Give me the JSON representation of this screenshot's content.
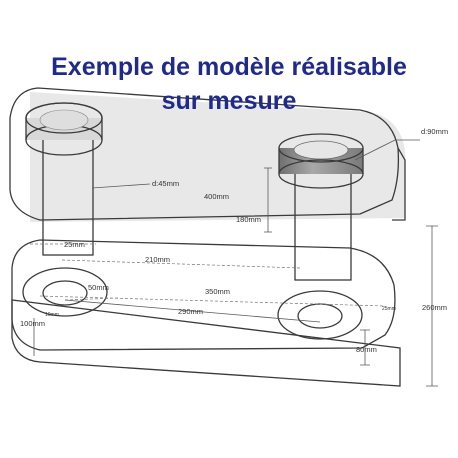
{
  "header": {
    "line1": "Exemple de modèle réalisable",
    "line2": "sur mesure"
  },
  "dimensions": {
    "d90": "d:90mm",
    "d45": "d:45mm",
    "h400": "400mm",
    "h180": "180mm",
    "w25": "25mm",
    "w210": "210mm",
    "d50": "50mm",
    "w350": "350mm",
    "w290": "290mm",
    "h260": "260mm",
    "w100": "100mm",
    "w80": "80mm",
    "tiny_left": "10mm",
    "tiny_right": "25mm"
  },
  "colors": {
    "title": "#1f2a8a",
    "plate": "#eeeeee",
    "plate_side": "#d4d4d4",
    "washer": "#9aa0a8",
    "pin": "#dcdcdc",
    "ring_top": "#8e8e8e"
  }
}
